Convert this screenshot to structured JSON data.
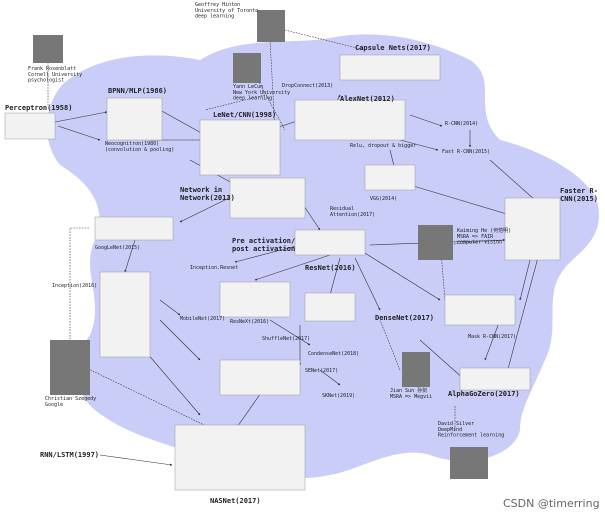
{
  "nodes": {
    "perceptron": "Perceptron(1958)",
    "bpnn": "BPNN/MLP(1986)",
    "neocognitron": "Neocognitron(1980)\n(convolution & pooling)",
    "lenet": "LeNet/CNN(1998)",
    "dropconnect": "DropConnect(2013)",
    "alexnet": "AlexNet(2012)",
    "capsule": "Capsule Nets(2017)",
    "rcnn": "R-CNN(2014)",
    "relu_note": "Relu, dropout & bigger",
    "fast_rcnn": "Fast R-CNN(2015)",
    "faster_rcnn": "Faster R-\nCNN(2015)",
    "vgg": "VGG(2014)",
    "nin": "Network in\nNetwork(2013)",
    "googlenet": "GoogLeNet(2015)",
    "residual": "Residual\nAttention(2017)",
    "preact": "Pre activation/\npost activation",
    "resnet": "ResNet(2016)",
    "inception_res": "Inception.Resnet",
    "inception": "Inception(2016)",
    "mobilenet": "MobileNet(2017)",
    "resnext": "ResNeXt(2016)",
    "densenet": "DenseNet(2017)",
    "shufflenet": "ShuffleNet(2017)",
    "condensenet": "CondenseNet(2018)",
    "mask_rcnn": "Mask R-CNN(2017)",
    "senet": "SENet(2017)",
    "sknet": "SKNet(2019)",
    "alphago": "AlphaGoZero(2017)",
    "rnn": "RNN/LSTM(1997)",
    "nasnet": "NASNet(2017)"
  },
  "people": {
    "rosenblatt": "Frank Rosenblatt\nCornell University\npsychologist",
    "hinton": "Geoffrey Hinton\nUniversity of Toronto\ndeep learning",
    "lecun": "Yann LeCun\nNew York University\ndeep learning",
    "kaiming": "Kaiming He (何恺明)\nMSRA => FAIR\ncomputer vision",
    "sunjian": "Jian Sun 孙剑\nMSRA => Megvii",
    "szegedy": "Christian Szegedy\nGoogle",
    "silver": "David Silver\nDeepMind\nReinforcement learning"
  },
  "watermark": "CSDN @timerring",
  "colors": {
    "blob": "#c9cdf8",
    "edge": "#333333"
  }
}
